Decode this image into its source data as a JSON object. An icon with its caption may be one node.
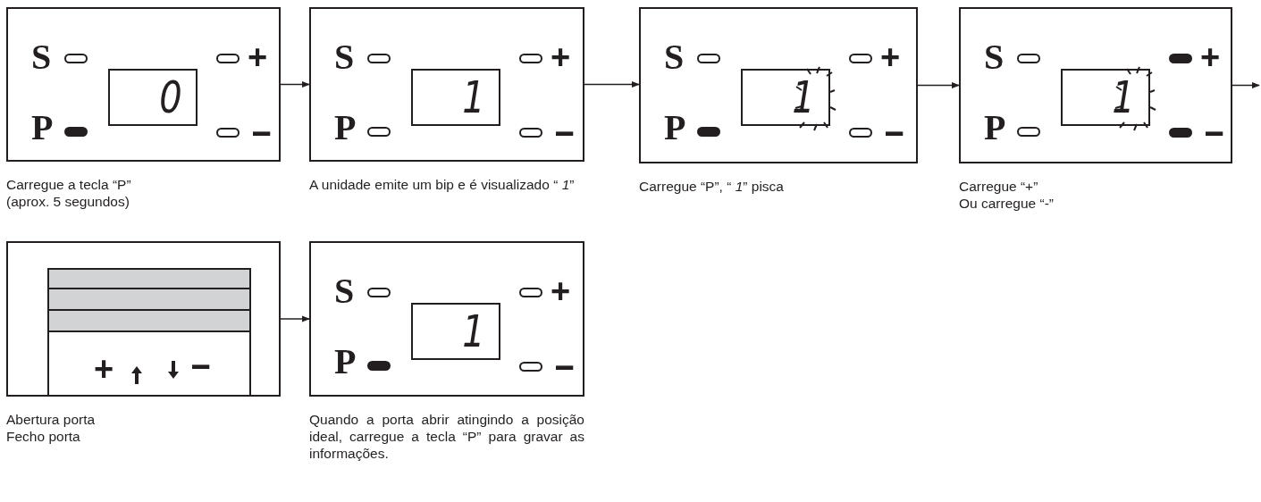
{
  "diagram": {
    "nodes": [
      {
        "text": [
          "S",
          "P",
          "+",
          "-",
          "0"
        ],
        "beside": [
          "Carregue a tecla “P”",
          "(aprox. 5 segundos)"
        ]
      },
      {
        "text": [
          "S",
          "P",
          "+",
          "-",
          "1"
        ],
        "beside": [
          "A unidade emite um bip e é visualizado “ *1*”"
        ]
      },
      {
        "text": [
          "S",
          "P",
          "+",
          "-",
          "1"
        ],
        "beside": [
          "Carregue “P”, “ *1*” pisca"
        ]
      },
      {
        "text": [
          "S",
          "P",
          "+",
          "-",
          "1"
        ],
        "beside": [
          "Carregue “+”",
          "Ou carregue “-”"
        ]
      },
      {
        "text": [
          "+",
          "-"
        ],
        "beside": [
          "Abertura porta",
          "Fecho porta"
        ]
      },
      {
        "text": [
          "S",
          "P",
          "+",
          "-",
          "1"
        ],
        "beside": [
          "Quando a porta abrir atingindo a posição ideal, carregue a tecla “P” para gravar as informações."
        ]
      }
    ],
    "edges": [
      {
        "from": 0,
        "to": 1,
        "arrow": "to"
      },
      {
        "from": 1,
        "to": 2,
        "arrow": "to"
      },
      {
        "from": 2,
        "to": 3,
        "arrow": "to"
      },
      {
        "from": 3,
        "to": null,
        "arrow": "to"
      },
      {
        "from": 4,
        "to": 5,
        "arrow": "to"
      }
    ]
  }
}
